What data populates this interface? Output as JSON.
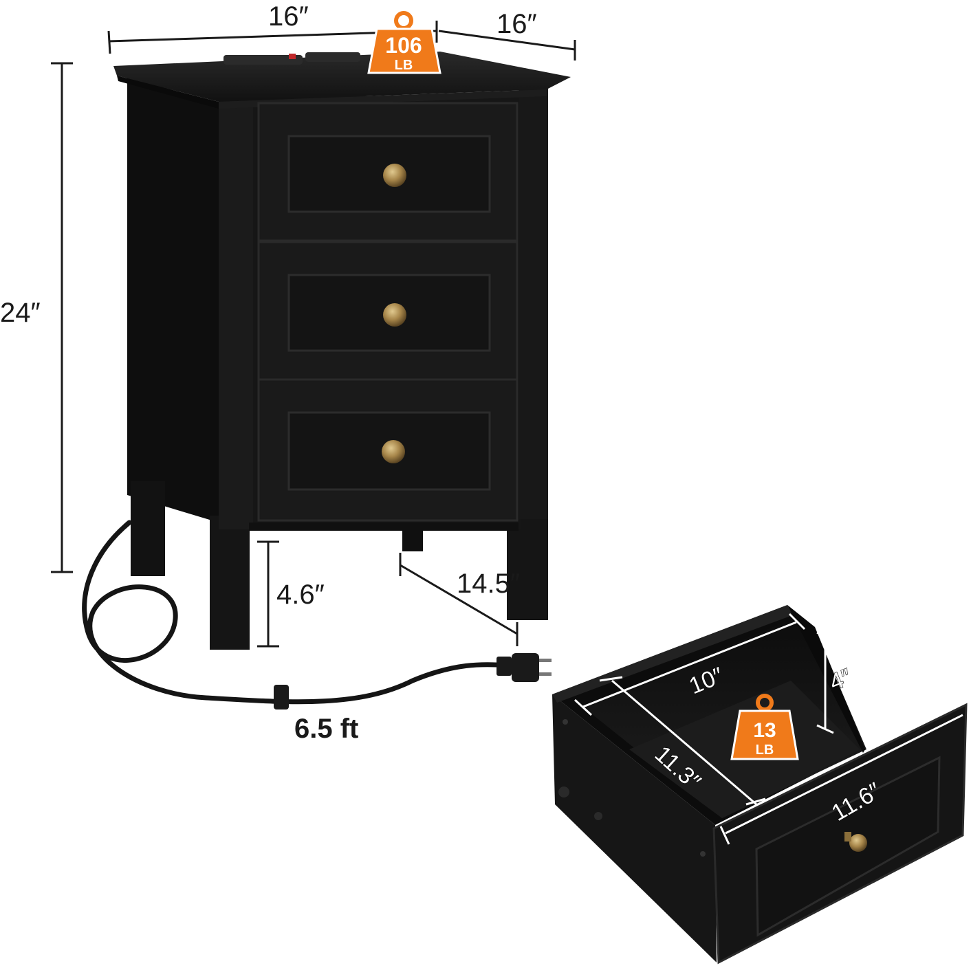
{
  "nightstand": {
    "width_label": "16″",
    "depth_label": "16″",
    "height_label": "24″",
    "leg_height_label": "4.6″",
    "leg_span_label": "14.5″",
    "cord_length_label": "6.5 ft",
    "max_load": {
      "value": "106",
      "unit": "LB"
    },
    "drawer_count": 3
  },
  "drawer": {
    "inner_width_label": "10″",
    "inner_height_label": "4″",
    "inner_depth_label": "11.3″",
    "front_width_label": "11.6″",
    "max_load": {
      "value": "13",
      "unit": "LB"
    }
  },
  "colors": {
    "furniture": "#141414",
    "badge": "#f07a1a",
    "knob": "#a7864a",
    "background": "#ffffff"
  }
}
